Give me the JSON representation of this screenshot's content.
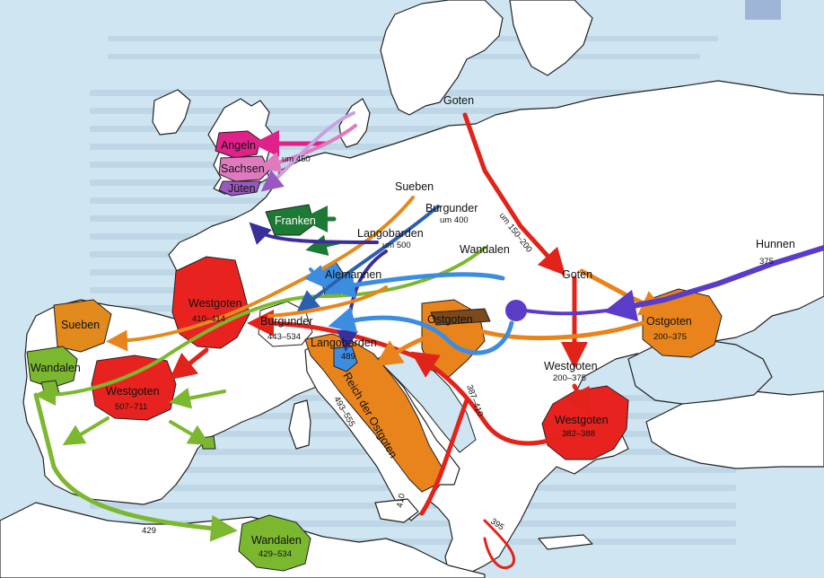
{
  "colors": {
    "sea": "#cfe6f2",
    "land": "#ffffff",
    "coast": "#222222",
    "goten": "#e2231a",
    "ostgoten": "#e9841c",
    "westgoten": "#e8231f",
    "wandalen": "#7cb82f",
    "franken": "#1d7a35",
    "angeln": "#e0218a",
    "sachsen": "#e07abf",
    "jueten": "#9b59c0",
    "alemannen": "#3c8de0",
    "burgunder": "#2b5fb0",
    "hunnen": "#5a3cc9",
    "langobarden": "#3a2f9a",
    "sueben": "#e28a1c"
  },
  "labels": {
    "goten_top": "Goten",
    "goten_mid": "Goten",
    "sueben_north": "Sueben",
    "burgunder_north": "Burgunder",
    "burgunder_north_date": "um 400",
    "goten_route_date": "um 150–200",
    "wandalen_north": "Wandalen",
    "hunnen": "Hunnen",
    "hunnen_date": "375",
    "angeln": "Angeln",
    "sachsen": "Sachsen",
    "sachsen_date": "um 450",
    "jueten": "Jüten",
    "franken": "Franken",
    "langobarden_north": "Langobarden",
    "langobarden_north_date": "um 500",
    "alemannen": "Alemannen",
    "westgoten_gaul": "Westgoten",
    "westgoten_gaul_date": "410–414",
    "burgunder_gaul": "Burgunder",
    "burgunder_gaul_date": "443–534",
    "langobarden_italy": "Langobarden",
    "langobarden_italy_date": "489",
    "ostgoten_balkan": "Ostgoten",
    "ostgoten_east": "Ostgoten",
    "ostgoten_east_date": "200–375",
    "westgoten_east": "Westgoten",
    "westgoten_east_date": "200–375",
    "westgoten_greece": "Westgoten",
    "westgoten_greece_date": "382–388",
    "sueben_iberia": "Sueben",
    "wandalen_iberia": "Wandalen",
    "westgoten_iberia": "Westgoten",
    "westgoten_iberia_date": "507–711",
    "reich_ostgoten": "Reich der Ostgoten",
    "reich_ostgoten_date": "493–555",
    "route_date_387": "387–410",
    "route_date_395": "395",
    "route_date_410": "410",
    "wandalen_africa": "Wandalen",
    "wandalen_africa_date": "429–534",
    "wandalen_africa_year": "429"
  }
}
